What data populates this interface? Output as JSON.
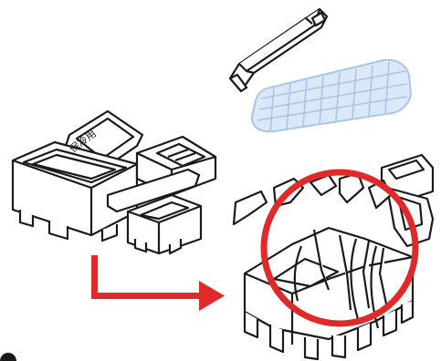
{
  "figure": {
    "packing_label": "保冷用",
    "colors": {
      "outline": "#1a1a1a",
      "fill": "#ffffff",
      "grid_fill": "#dbe8f7",
      "grid_line": "#a9c6e8",
      "arrow": "#e02a2a",
      "circle": "#e02a2a"
    },
    "icons": {
      "top_right": "foam-bar-and-ice-grid",
      "left": "assembled-foam-packing",
      "bottom_right": "broken-foam-packing",
      "arrow": "arrow-right-icon",
      "highlight": "highlight-circle"
    }
  }
}
